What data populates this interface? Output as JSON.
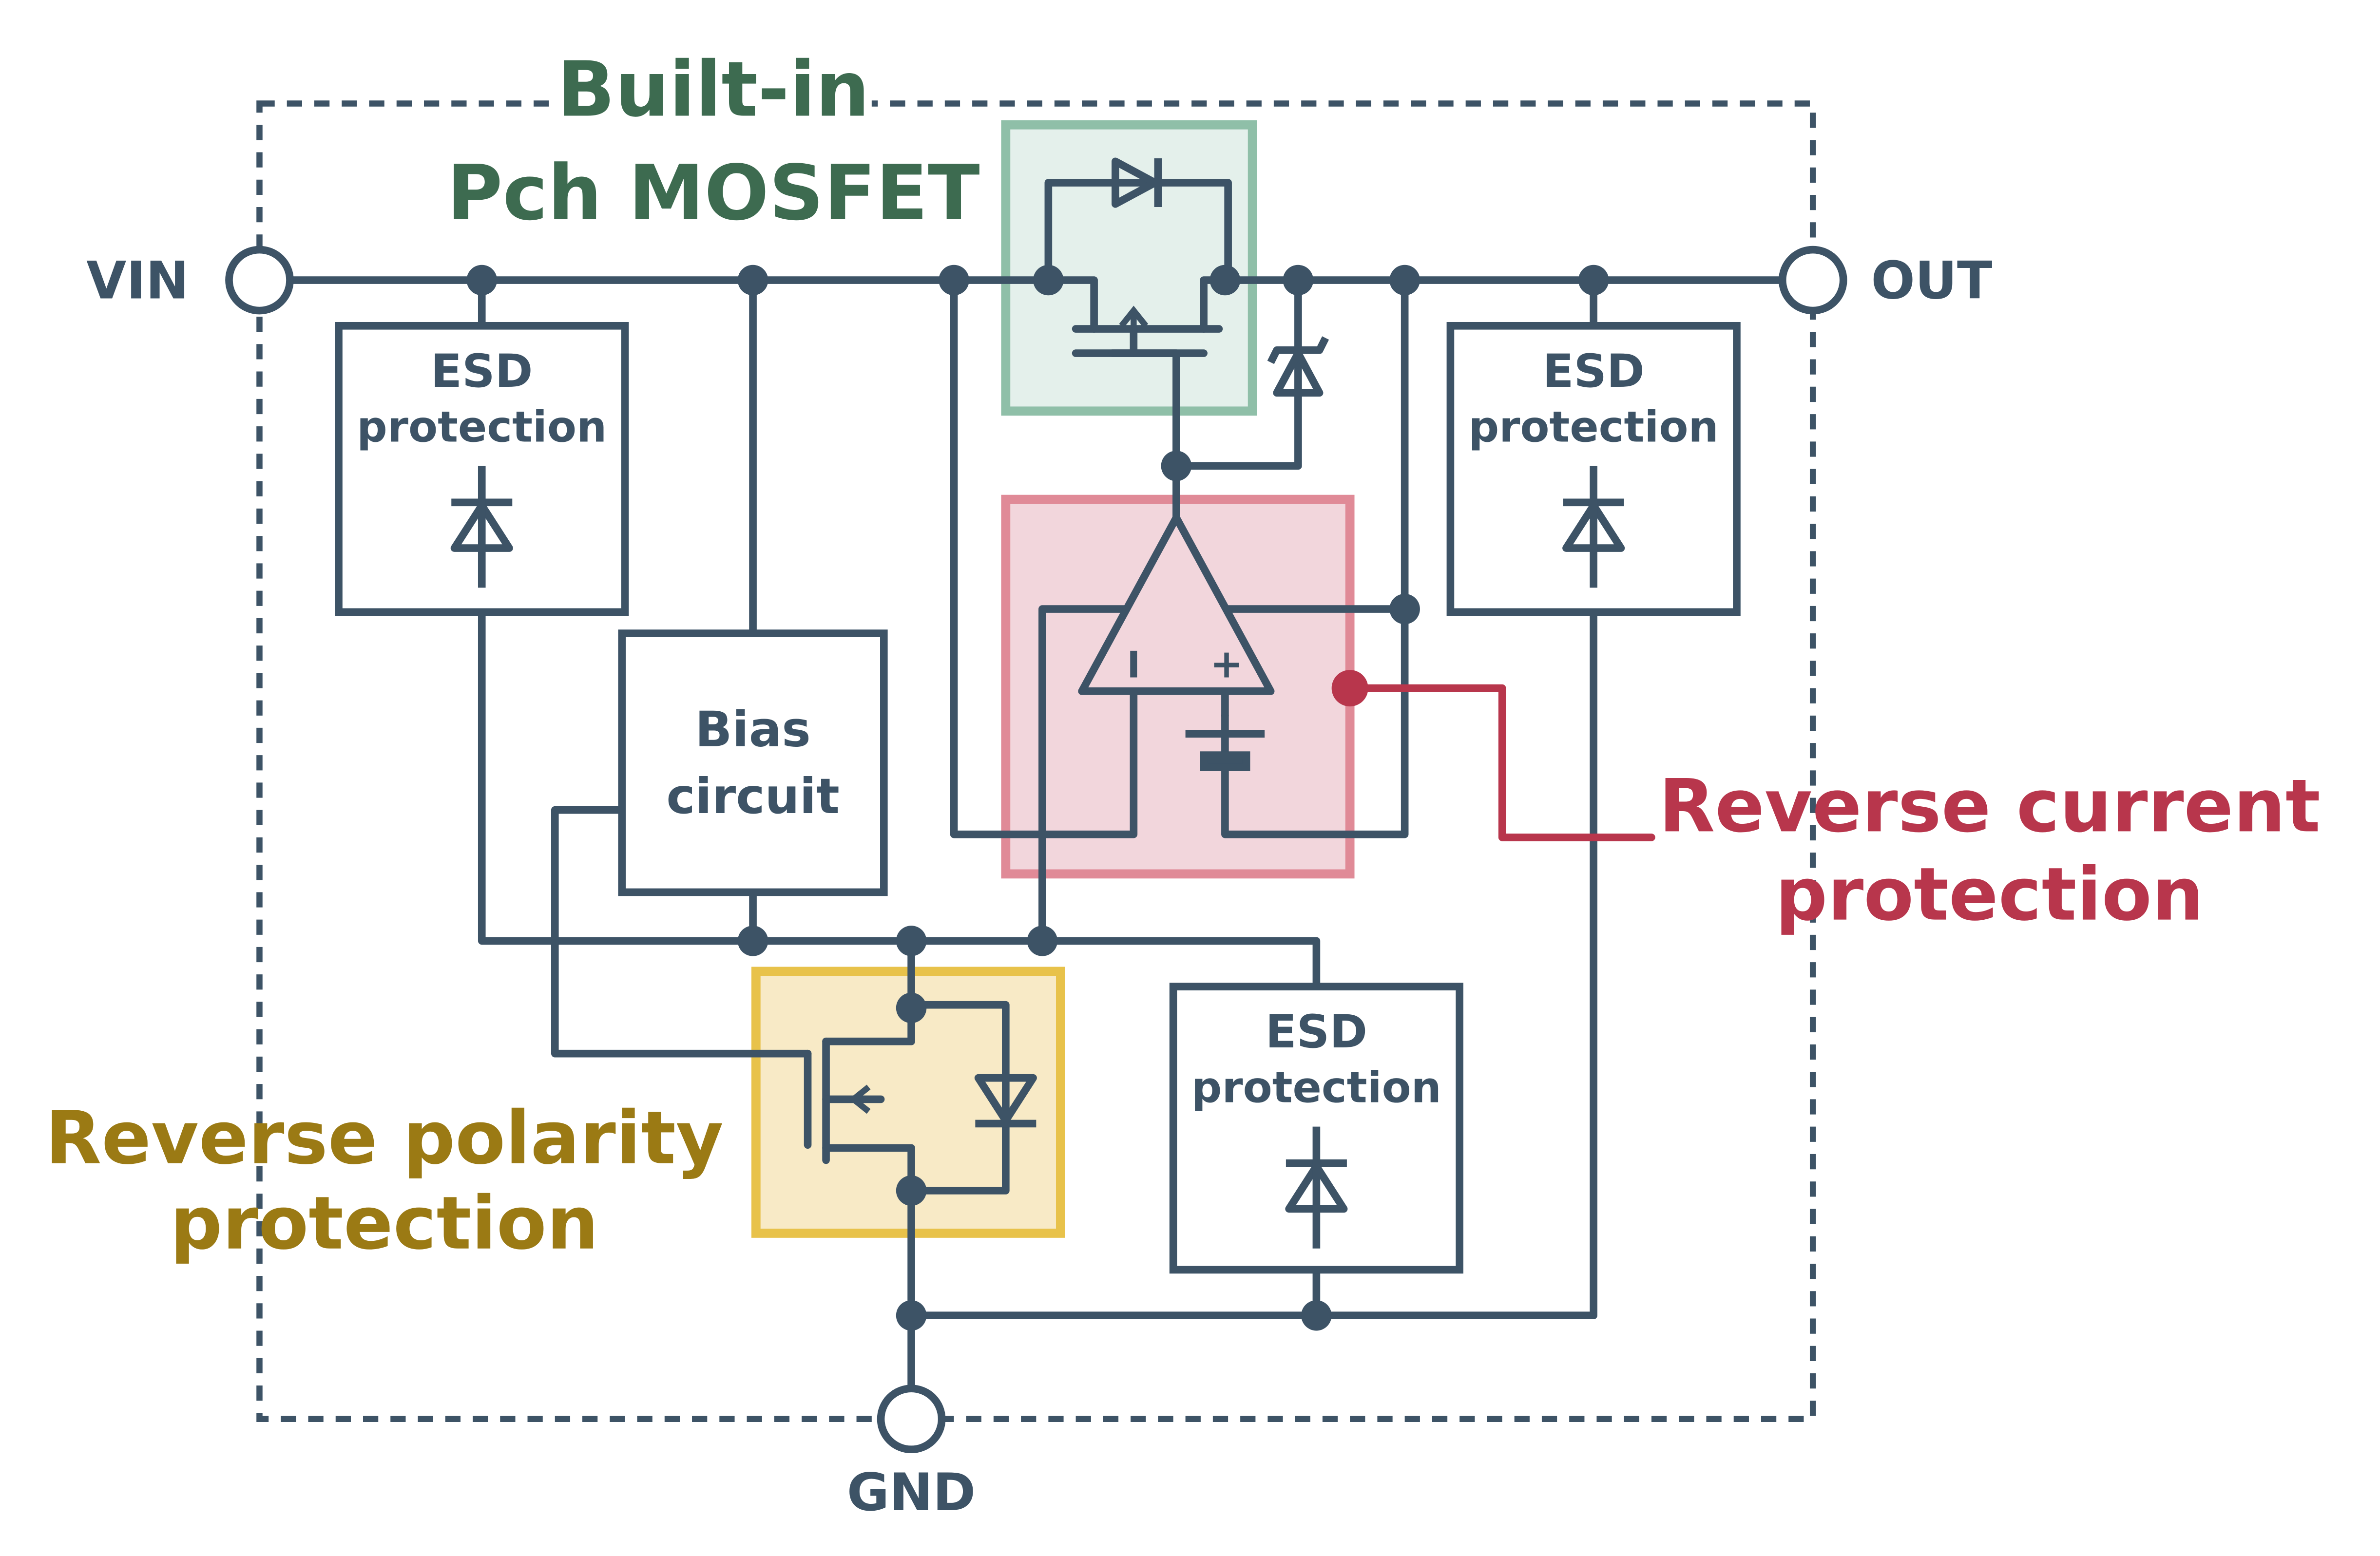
{
  "title": {
    "line1": "Built-in",
    "line2": "Pch MOSFET"
  },
  "terminals": {
    "vin": "VIN",
    "out": "OUT",
    "gnd": "GND"
  },
  "esd_left": {
    "line1": "ESD",
    "line2": "protection"
  },
  "esd_right": {
    "line1": "ESD",
    "line2": "protection"
  },
  "esd_bottom": {
    "line1": "ESD",
    "line2": "protection"
  },
  "bias": {
    "line1": "Bias",
    "line2": "circuit"
  },
  "comparator": {
    "minus": "I",
    "plus": "+"
  },
  "callouts": {
    "reverse_current": {
      "line1": "Reverse current",
      "line2": "protection"
    },
    "reverse_polarity": {
      "line1": "Reverse polarity",
      "line2": "protection"
    }
  },
  "colors": {
    "wire": "#3d5366",
    "mosfet_block": "#e4f0eb",
    "mosfet_border": "#8fbfa8",
    "mosfet_text": "#3d6b50",
    "current_block": "#f2d6dc",
    "current_border": "#e08a97",
    "current_text": "#b8364c",
    "polarity_block": "#f8eac6",
    "polarity_border": "#e8c24a",
    "polarity_text": "#9b7a14"
  }
}
